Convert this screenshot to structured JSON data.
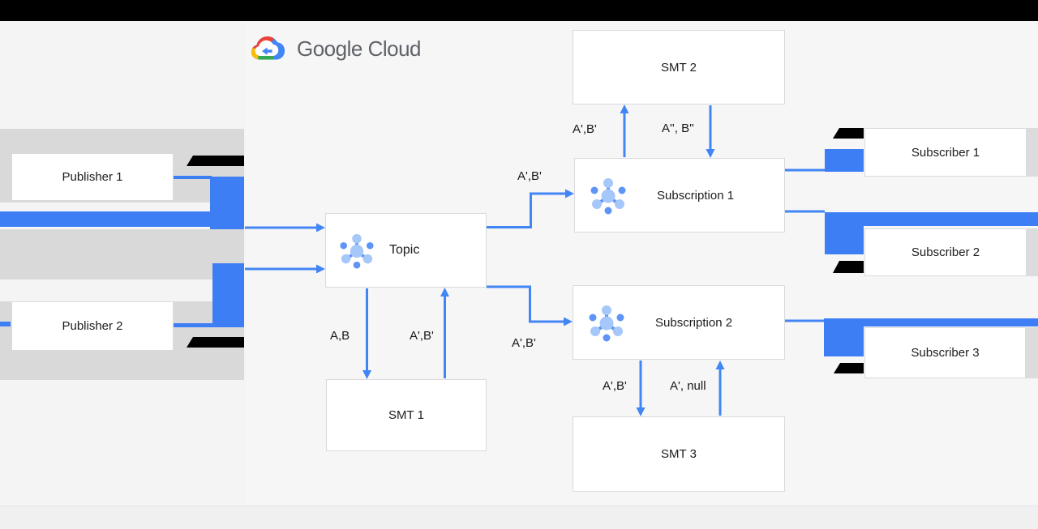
{
  "brand": {
    "name": "Google Cloud"
  },
  "nodes": {
    "publisher1": "Publisher 1",
    "publisher2": "Publisher 2",
    "topic": "Topic",
    "smt1": "SMT 1",
    "smt2": "SMT 2",
    "smt3": "SMT 3",
    "subscription1": "Subscription 1",
    "subscription2": "Subscription 2",
    "subscriber1": "Subscriber 1",
    "subscriber2": "Subscriber 2",
    "subscriber3": "Subscriber 3"
  },
  "edges": {
    "topic_to_smt1": "A,B",
    "smt1_to_topic": "A',B'",
    "topic_to_subscription1": "A',B'",
    "topic_to_subscription2": "A',B'",
    "subscription1_to_smt2": "A',B'",
    "smt2_to_subscription1": "A'', B''",
    "subscription2_to_smt3": "A',B'",
    "smt3_to_subscription2": "A', null"
  },
  "colors": {
    "arrow_blue": "#4285f4",
    "artifact_blue": "#3d7ef5",
    "band_gray": "#d9d9d9",
    "brand_gray": "#5f6368",
    "background": "#f6f6f7"
  }
}
